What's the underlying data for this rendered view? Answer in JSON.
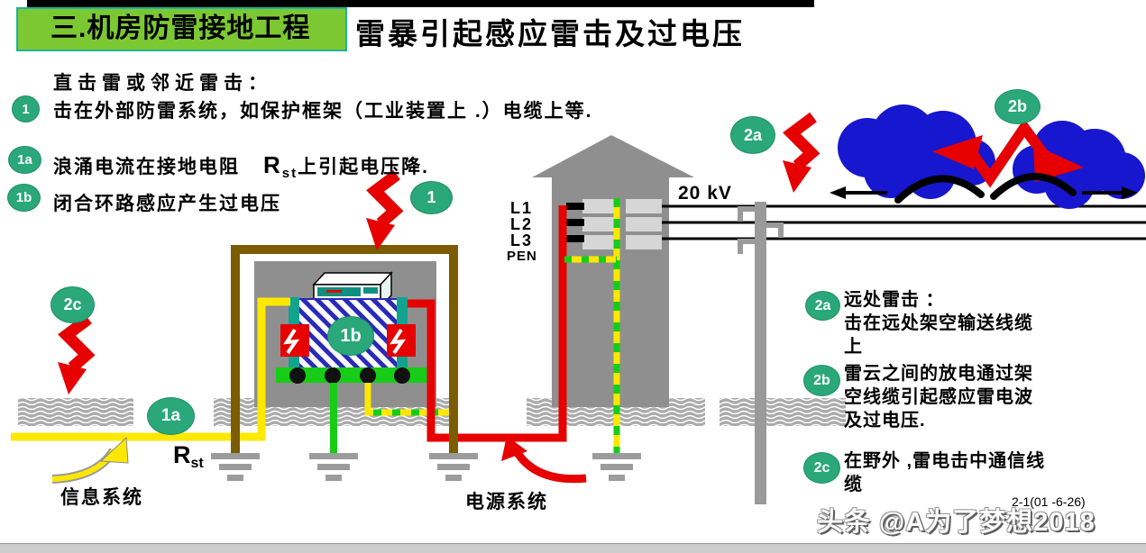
{
  "colors": {
    "badge_green": "#2aa879",
    "title_box_green": "#7cc832",
    "cloud_blue": "#1717cf",
    "lightning_red": "#e60000",
    "frame_brown": "#7b5c00",
    "wire_yellow": "#ffe800",
    "wire_green": "#17cc17",
    "equipment_teal": "#0f8f80",
    "hatch_stripe_blue": "#2a2ab8",
    "ground_gray": "#a8a8a8"
  },
  "header": {
    "section": "三.机房防雷接地工程",
    "title": "雷暴引起感应雷击及过电压"
  },
  "badges": {
    "n1": "1",
    "n1a": "1a",
    "n1b": "1b",
    "n2a": "2a",
    "n2b": "2b",
    "n2c": "2c"
  },
  "notes_left": {
    "intro": "直击雷或邻近雷击：",
    "n1": "击在外部防雷系统，如保护框架（工业装置上 .）电缆上等.",
    "n1a_pre": "浪涌电流在接地电阻",
    "n1a_sym": "R",
    "n1a_sub": "st",
    "n1a_post": "上引起电压降.",
    "n1b": "闭合环路感应产生过电压"
  },
  "notes_right": {
    "n2a": [
      "远处雷击 ：",
      "击在远处架空输送线缆",
      "上"
    ],
    "n2b": [
      "雷云之间的放电通过架",
      "空线缆引起感应雷电波",
      "及过电压."
    ],
    "n2c": [
      "在野外 ,雷电击中通信线",
      "缆"
    ]
  },
  "diagram_labels": {
    "l1": "L1",
    "l2": "L2",
    "l3": "L3",
    "pen": "PEN",
    "kv": "20 kV",
    "r_sym": "R",
    "r_sub": "st",
    "info_system": "信息系统",
    "power_system": "电源系统"
  },
  "footer": {
    "ref": "2-1(01 -6-26)",
    "watermark": "头条 @A为了梦想2018"
  }
}
